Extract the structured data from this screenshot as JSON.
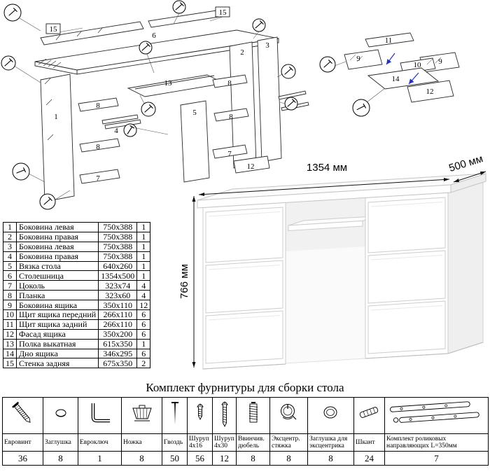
{
  "diagram_main": {
    "labels": [
      "15",
      "6",
      "15",
      "1",
      "8",
      "4",
      "8",
      "7",
      "13",
      "5",
      "2",
      "3",
      "8",
      "8",
      "7",
      "12"
    ],
    "callout_icon": "screw-callout-icon"
  },
  "diagram_drawer": {
    "labels": [
      "11",
      "9",
      "9",
      "10",
      "14",
      "12"
    ],
    "callout_icon": "screw-callout-icon"
  },
  "desk": {
    "width_label": "1354 мм",
    "depth_label": "500 мм",
    "height_label": "766 мм"
  },
  "parts_table": {
    "rows": [
      {
        "num": "1",
        "name": "Боковина левая",
        "size": "750x388",
        "qty": "1"
      },
      {
        "num": "2",
        "name": "Боковина правая",
        "size": "750x388",
        "qty": "1"
      },
      {
        "num": "3",
        "name": "Боковина левая",
        "size": "750x388",
        "qty": "1"
      },
      {
        "num": "4",
        "name": "Боковина правая",
        "size": "750x388",
        "qty": "1"
      },
      {
        "num": "5",
        "name": "Вязка стола",
        "size": "640x260",
        "qty": "1"
      },
      {
        "num": "6",
        "name": "Столешница",
        "size": "1354x500",
        "qty": "1"
      },
      {
        "num": "7",
        "name": "Цоколь",
        "size": "323x74",
        "qty": "4"
      },
      {
        "num": "8",
        "name": "Планка",
        "size": "323x60",
        "qty": "4"
      },
      {
        "num": "9",
        "name": "Боковина ящика",
        "size": "350x110",
        "qty": "12"
      },
      {
        "num": "10",
        "name": "Щит ящика передний",
        "size": "266x110",
        "qty": "6"
      },
      {
        "num": "11",
        "name": "Щит ящика задний",
        "size": "266x110",
        "qty": "6"
      },
      {
        "num": "12",
        "name": "Фасад ящика",
        "size": "350x200",
        "qty": "6"
      },
      {
        "num": "13",
        "name": "Полка выкатная",
        "size": "615x350",
        "qty": "1"
      },
      {
        "num": "14",
        "name": "Дно ящика",
        "size": "346x295",
        "qty": "6"
      },
      {
        "num": "15",
        "name": "Стенка задняя",
        "size": "675x350",
        "qty": "2"
      }
    ]
  },
  "hardware": {
    "title": "Комплект фурнитуры для сборки стола",
    "items": [
      {
        "label": "Евровинт",
        "qty": "36",
        "icon": "confirmat-screw-icon"
      },
      {
        "label": "Заглушка",
        "qty": "8",
        "icon": "cap-plug-icon"
      },
      {
        "label": "Евроключ",
        "qty": "1",
        "icon": "hex-key-icon"
      },
      {
        "label": "Ножка",
        "qty": "8",
        "icon": "furniture-leg-icon"
      },
      {
        "label": "Гвоздь",
        "qty": "50",
        "icon": "nail-icon"
      },
      {
        "label": "Шуруп 4x16",
        "qty": "56",
        "icon": "screw-short-icon"
      },
      {
        "label": "Шуруп 4x30",
        "qty": "12",
        "icon": "screw-long-icon"
      },
      {
        "label": "Ввинчив. дюбель",
        "qty": "8",
        "icon": "threaded-dowel-icon"
      },
      {
        "label": "Эксцентр. стяжка",
        "qty": "8",
        "icon": "cam-lock-icon"
      },
      {
        "label": "Заглушка для эксцентрика",
        "qty": "8",
        "icon": "cam-cap-icon"
      },
      {
        "label": "Шкант",
        "qty": "24",
        "icon": "wood-dowel-icon"
      },
      {
        "label": "Комплект роликовых направляющих L=350мм",
        "qty": "7",
        "icon": "drawer-slides-icon"
      }
    ]
  }
}
